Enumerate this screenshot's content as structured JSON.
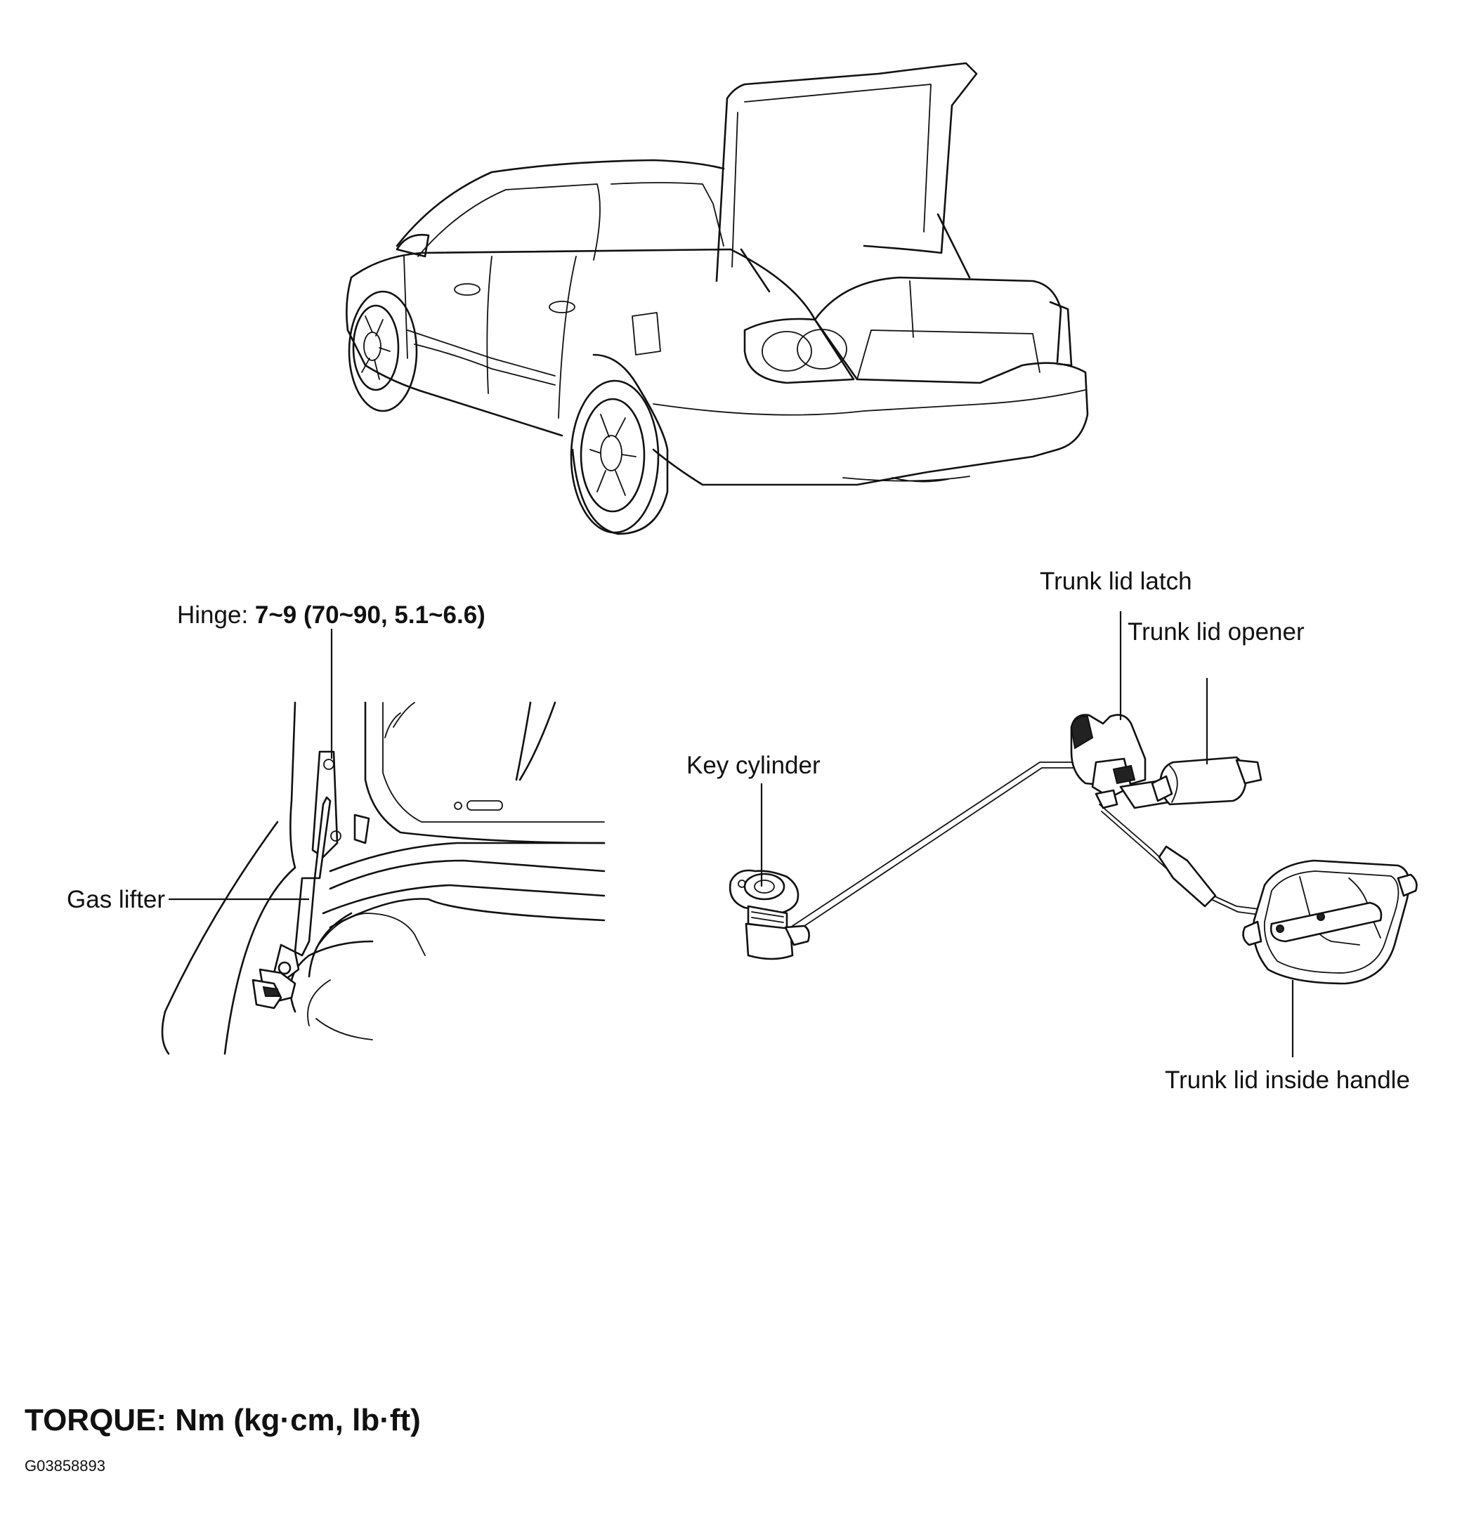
{
  "labels": {
    "hinge_prefix": "Hinge: ",
    "hinge_spec": "7~9 (70~90, 5.1~6.6)",
    "gas_lifter": "Gas lifter",
    "key_cylinder": "Key cylinder",
    "trunk_lid_latch": "Trunk lid latch",
    "trunk_lid_opener": "Trunk lid opener",
    "trunk_lid_inside_handle": "Trunk lid inside handle"
  },
  "footer": {
    "torque": "TORQUE: Nm (kg·cm, lb·ft)",
    "figure_id": "G03858893"
  }
}
